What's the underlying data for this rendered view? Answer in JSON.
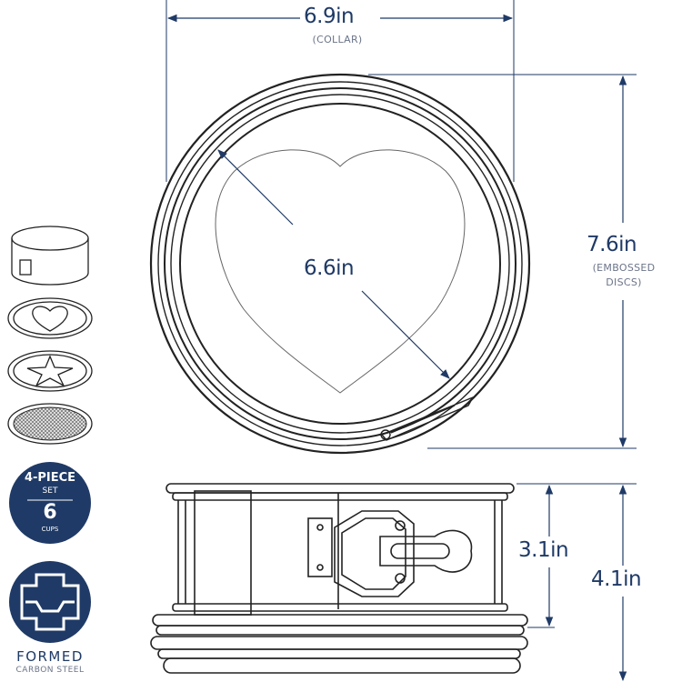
{
  "dimensions": {
    "collar": {
      "value": "6.9in",
      "note": "(COLLAR)"
    },
    "discs": {
      "value": "7.6in",
      "note_line1": "(EMBOSSED",
      "note_line2": "DISCS)"
    },
    "heart": {
      "value": "6.6in"
    },
    "side_height": {
      "value": "3.1in"
    },
    "total_height": {
      "value": "4.1in"
    }
  },
  "badge": {
    "line1": "4-PIECE",
    "line2": "SET",
    "line3": "6",
    "line4": "CUPS"
  },
  "material": {
    "line1": "FORMED",
    "line2": "CARBON STEEL"
  },
  "colors": {
    "navy": "#1f3a66",
    "stroke": "#222222"
  }
}
